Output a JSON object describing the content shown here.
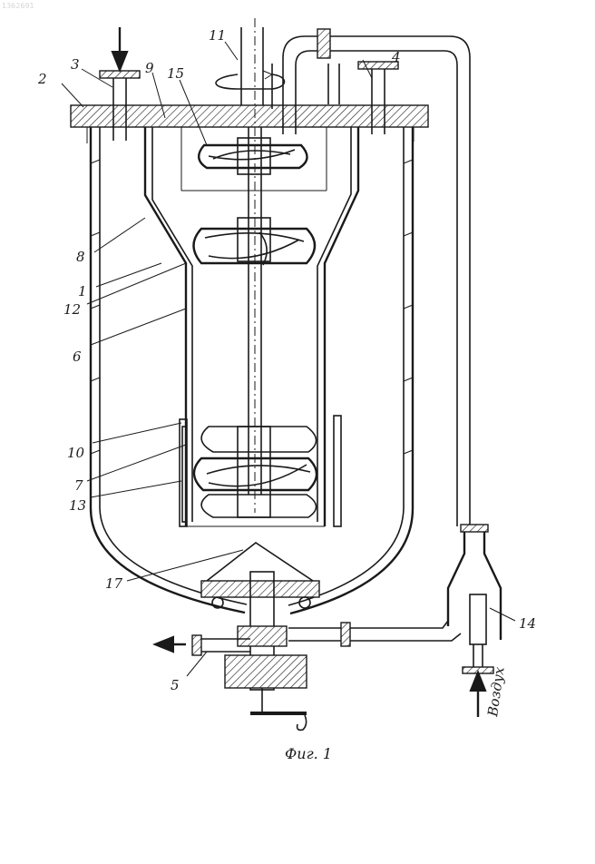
{
  "watermark": "1362691",
  "caption": "Фиг. 1",
  "air_label": "Воздух",
  "labels": {
    "l1": "1",
    "l2": "2",
    "l3": "3",
    "l4": "4",
    "l5": "5",
    "l6": "6",
    "l7": "7",
    "l8": "8",
    "l9": "9",
    "l10": "10",
    "l11": "11",
    "l12": "12",
    "l13": "13",
    "l14": "14",
    "l15": "15",
    "l17": "17"
  }
}
